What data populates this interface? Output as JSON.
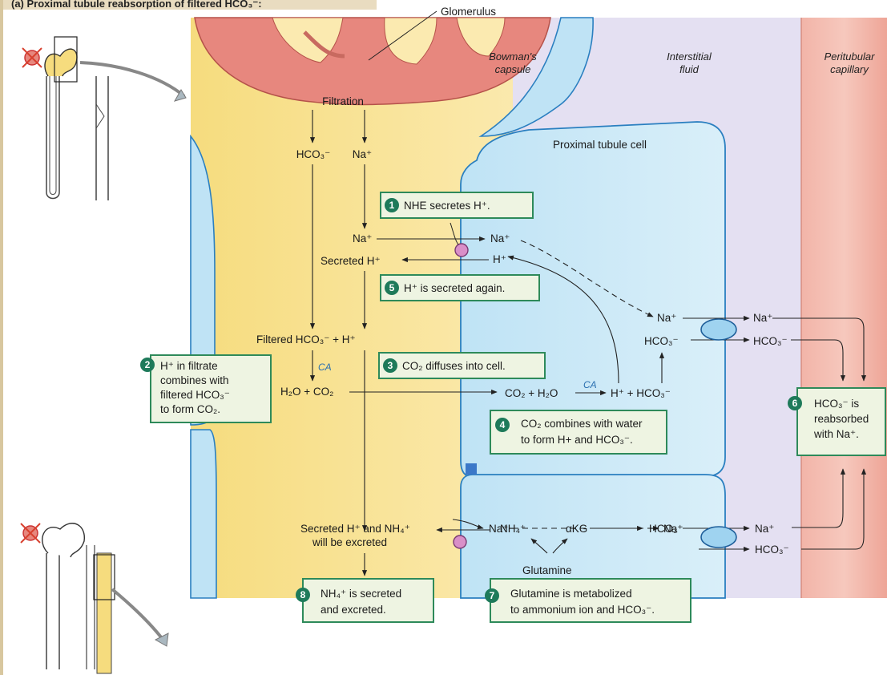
{
  "header": {
    "title": "(a) Proximal tubule reabsorption of filtered HCO₃⁻:"
  },
  "regions": {
    "glomerulus": "Glomerulus",
    "bowmans_capsule": [
      "Bowman's",
      "capsule"
    ],
    "interstitial_fluid": [
      "Interstitial",
      "fluid"
    ],
    "peritubular_capillary": [
      "Peritubular",
      "capillary"
    ],
    "proximal_tubule_cell": "Proximal tubule cell"
  },
  "labels": {
    "filtration": "Filtration",
    "hco3": "HCO₃⁻",
    "na": "Na⁺",
    "secreted_h": "Secreted H⁺",
    "h": "H⁺",
    "filtered_hco3_h": "Filtered HCO₃⁻ + H⁺",
    "ca": "CA",
    "h2o_co2": "H₂O + CO₂",
    "co2_h2o": "CO₂ + H₂O",
    "h_hco3": "H⁺ + HCO₃⁻",
    "secreted_h_nh4": [
      "Secreted H⁺ and NH₄⁺",
      "will be excreted"
    ],
    "nh4": "NH₄⁺",
    "akg": "αKG",
    "glutamine": "Glutamine"
  },
  "steps": [
    {
      "num": "1",
      "lines": [
        "NHE secretes H⁺."
      ]
    },
    {
      "num": "2",
      "lines": [
        "H⁺ in filtrate",
        "combines with",
        "filtered HCO₃⁻",
        "to form CO₂."
      ]
    },
    {
      "num": "3",
      "lines": [
        "CO₂ diffuses into cell."
      ]
    },
    {
      "num": "4",
      "lines": [
        "CO₂ combines with water",
        "to form H+ and HCO₃⁻."
      ]
    },
    {
      "num": "5",
      "lines": [
        "H⁺ is secreted again."
      ]
    },
    {
      "num": "6",
      "lines": [
        "HCO₃⁻ is",
        "reabsorbed",
        "with Na⁺."
      ]
    },
    {
      "num": "7",
      "lines": [
        "Glutamine is metabolized",
        "to ammonium ion and HCO₃⁻."
      ]
    },
    {
      "num": "8",
      "lines": [
        "NH₄⁺ is secreted",
        "and excreted."
      ]
    }
  ]
}
